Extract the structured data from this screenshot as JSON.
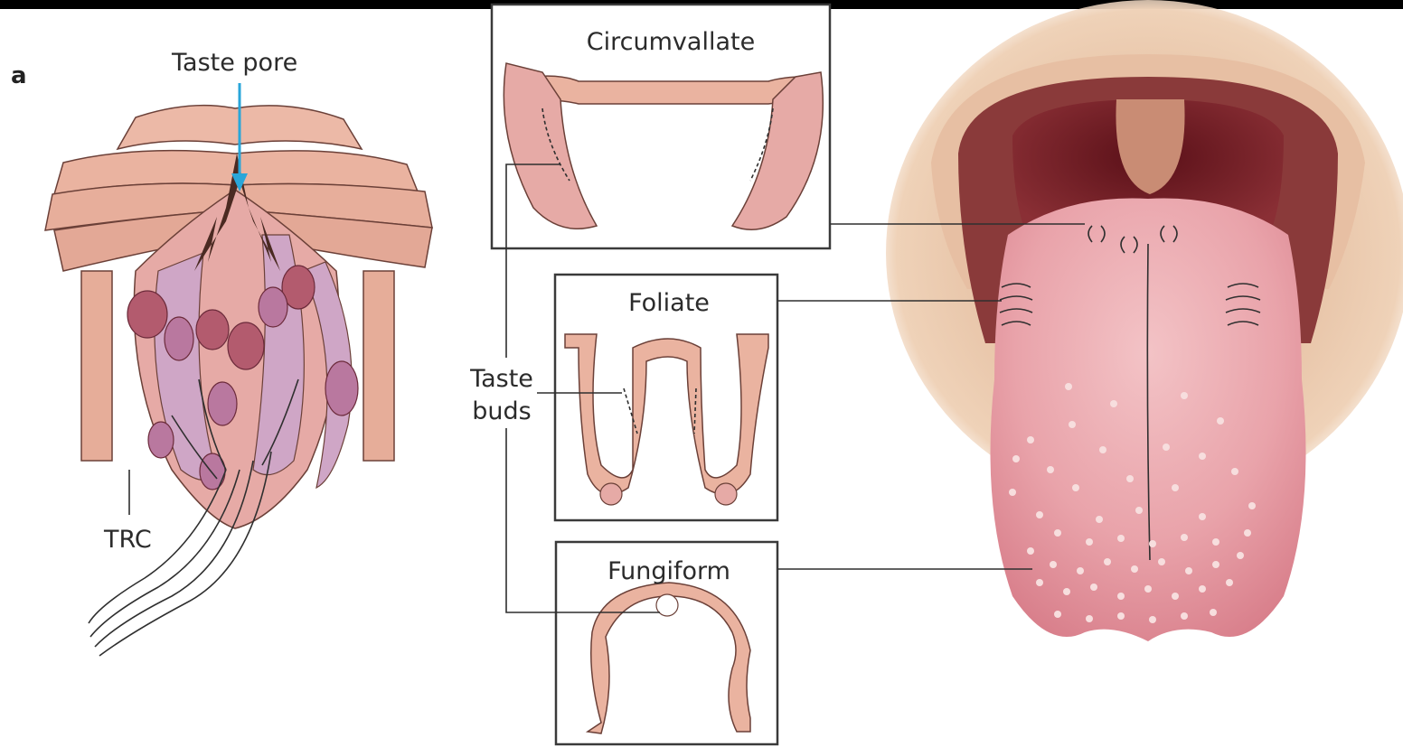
{
  "panel_letter": "a",
  "labels": {
    "taste_pore": "Taste pore",
    "trc": "TRC",
    "taste_buds_line1": "Taste",
    "taste_buds_line2": "buds",
    "circumvallate": "Circumvallate",
    "foliate": "Foliate",
    "fungiform": "Fungiform"
  },
  "colors": {
    "epithelium": "#eab3a0",
    "epithelium_dark": "#d79682",
    "receptor_cell_purple": "#cfa6c6",
    "receptor_cell_pink": "#e6a8a4",
    "nucleus": "#b35b6e",
    "nerve": "#d9a32a",
    "pore_arrow": "#29a6d9",
    "pore_tissue": "#4a2a22",
    "tongue": "#e8a2a8",
    "tongue_dark": "#c86a7b",
    "mouth_outer": "#e9bf9c",
    "mouth_inner": "#8a3a3a",
    "throat": "#6a1a22",
    "box_border": "#3a3a3a"
  },
  "icons": [
    "taste-bud-cross-section-illustration",
    "tongue-illustration"
  ]
}
